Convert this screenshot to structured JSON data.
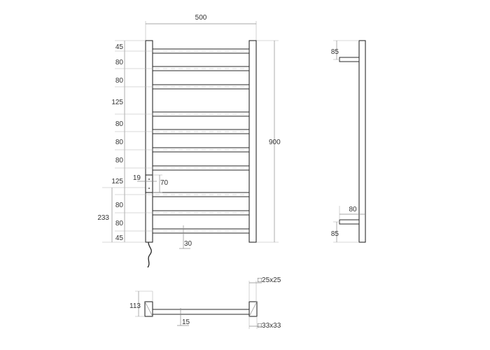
{
  "front_view": {
    "width_label": "500",
    "height_label": "900",
    "spacing_labels": [
      "45",
      "80",
      "80",
      "125",
      "80",
      "80",
      "80",
      "125",
      "80",
      "80",
      "45"
    ],
    "bracket_width_label": "19",
    "bracket_height_label": "70",
    "lower_section_label": "233",
    "pipe_label": "30"
  },
  "side_view": {
    "top_offset_label": "85",
    "depth_label": "80",
    "bottom_offset_label": "85"
  },
  "top_view": {
    "depth_label": "113",
    "rail_label": "15",
    "post_profile_label": "□25x25",
    "rail_profile_label": "□33x33"
  }
}
